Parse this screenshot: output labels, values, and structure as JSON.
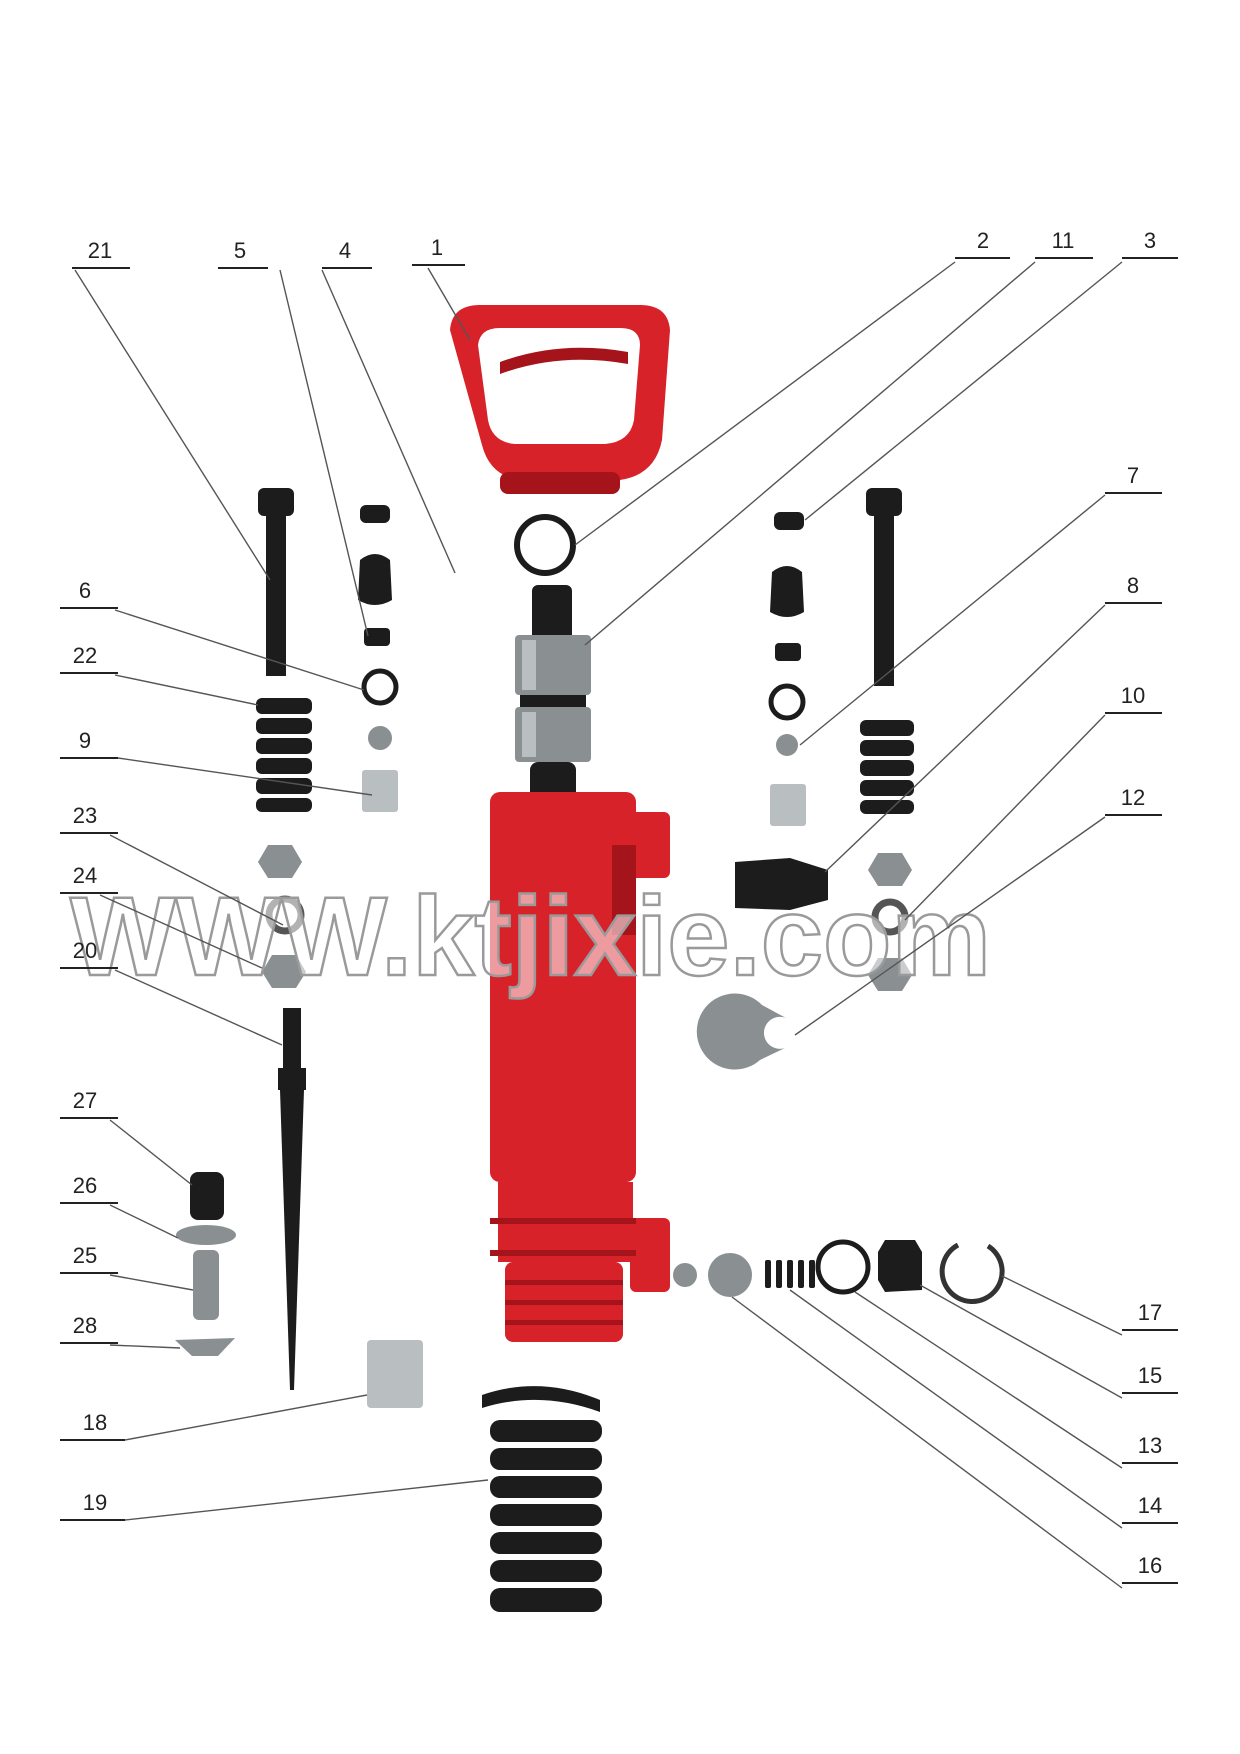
{
  "watermark": "WWW.ktjixie.com",
  "parts": [
    {
      "id": "21",
      "label": "21"
    },
    {
      "id": "5",
      "label": "5"
    },
    {
      "id": "4",
      "label": "4"
    },
    {
      "id": "1",
      "label": "1"
    },
    {
      "id": "2",
      "label": "2"
    },
    {
      "id": "11",
      "label": "11"
    },
    {
      "id": "3",
      "label": "3"
    },
    {
      "id": "7",
      "label": "7"
    },
    {
      "id": "8",
      "label": "8"
    },
    {
      "id": "10",
      "label": "10"
    },
    {
      "id": "12",
      "label": "12"
    },
    {
      "id": "6",
      "label": "6"
    },
    {
      "id": "22",
      "label": "22"
    },
    {
      "id": "9",
      "label": "9"
    },
    {
      "id": "23",
      "label": "23"
    },
    {
      "id": "24",
      "label": "24"
    },
    {
      "id": "20",
      "label": "20"
    },
    {
      "id": "27",
      "label": "27"
    },
    {
      "id": "26",
      "label": "26"
    },
    {
      "id": "25",
      "label": "25"
    },
    {
      "id": "28",
      "label": "28"
    },
    {
      "id": "18",
      "label": "18"
    },
    {
      "id": "19",
      "label": "19"
    },
    {
      "id": "17",
      "label": "17"
    },
    {
      "id": "15",
      "label": "15"
    },
    {
      "id": "13",
      "label": "13"
    },
    {
      "id": "14",
      "label": "14"
    },
    {
      "id": "16",
      "label": "16"
    }
  ]
}
